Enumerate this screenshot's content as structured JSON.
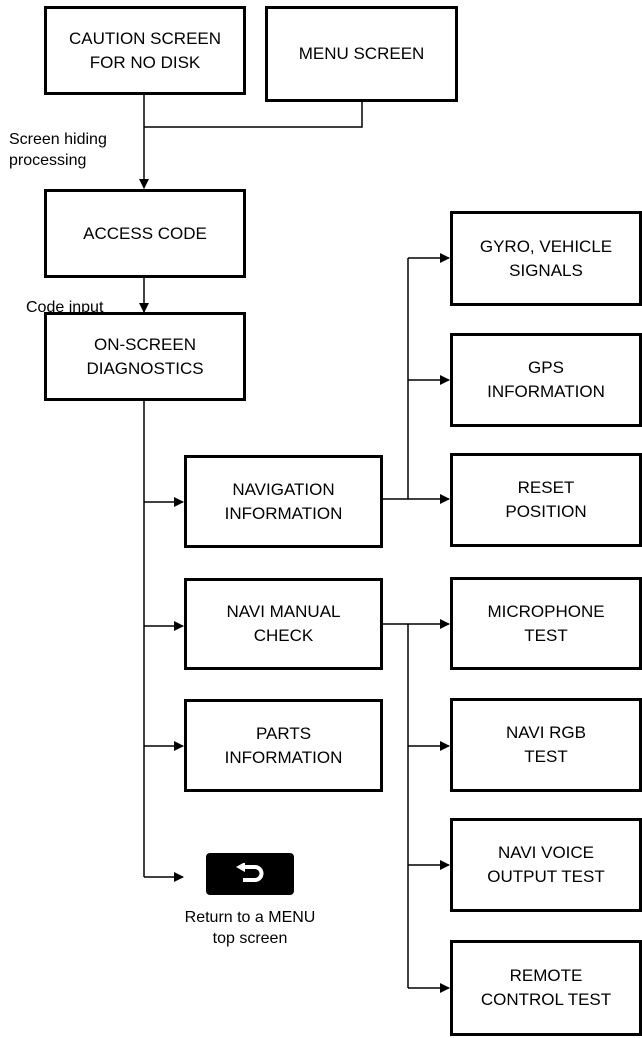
{
  "boxes": {
    "caution": "CAUTION SCREEN\nFOR NO DISK",
    "menu": "MENU SCREEN",
    "access_code": "ACCESS CODE",
    "on_screen": "ON-SCREEN\nDIAGNOSTICS",
    "navigation_info": "NAVIGATION\nINFORMATION",
    "navi_manual": "NAVI MANUAL\nCHECK",
    "parts_info": "PARTS\nINFORMATION",
    "gyro": "GYRO, VEHICLE\nSIGNALS",
    "gps": "GPS\nINFORMATION",
    "reset": "RESET\nPOSITION",
    "microphone": "MICROPHONE\nTEST",
    "navi_rgb": "NAVI RGB\nTEST",
    "navi_voice": "NAVI VOICE\nOUTPUT TEST",
    "remote": "REMOTE\nCONTROL TEST"
  },
  "labels": {
    "screen_hiding": "Screen hiding\nprocessing",
    "code_input": "Code input",
    "return_caption": "Return to a MENU\ntop screen"
  },
  "icons": {
    "return": "return-arrow-icon"
  }
}
